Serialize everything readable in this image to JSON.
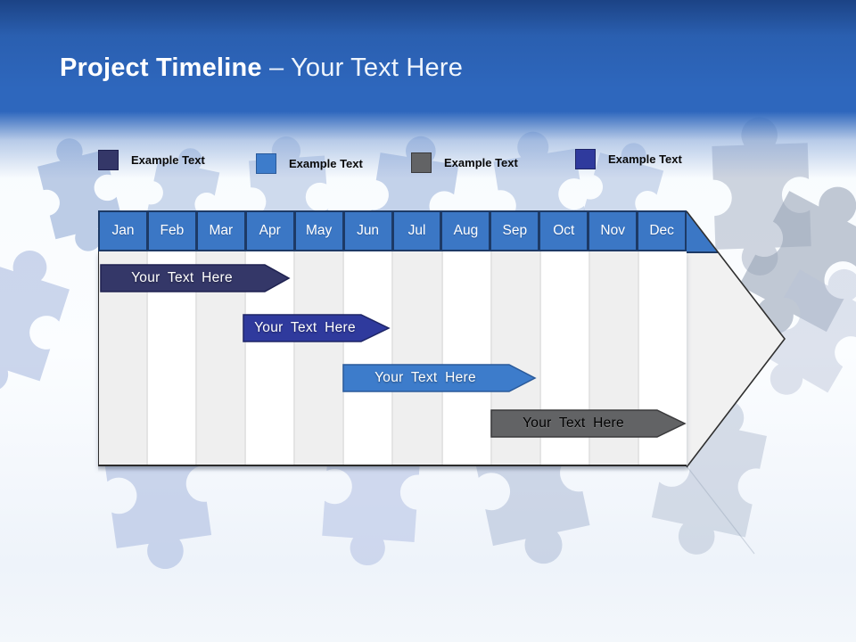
{
  "header": {
    "title_bold": "Project Timeline",
    "title_rest": "– Your Text Here"
  },
  "legend": {
    "items": [
      {
        "label": "Example Text",
        "color": "#343768",
        "border": "#1e2150"
      },
      {
        "label": "Example Text",
        "color": "#3d7ccb",
        "border": "#2a5a9a"
      },
      {
        "label": "Example Text",
        "color": "#626365",
        "border": "#3a3a3c"
      },
      {
        "label": "Example Text",
        "color": "#2f3a9d",
        "border": "#1e2566"
      }
    ]
  },
  "timeline": {
    "months": [
      "Jan",
      "Feb",
      "Mar",
      "Apr",
      "May",
      "Jun",
      "Jul",
      "Aug",
      "Sep",
      "Oct",
      "Nov",
      "Dec"
    ],
    "bars": [
      {
        "label": "Your Text Here",
        "fill": "#343768",
        "border": "#1e2150",
        "text_color": "#ffffff",
        "span": "Jan–Apr"
      },
      {
        "label": "Your Text Here",
        "fill": "#2f3a9d",
        "border": "#1e2566",
        "text_color": "#ffffff",
        "span": "Apr–Jun"
      },
      {
        "label": "Your Text Here",
        "fill": "#3d7ccb",
        "border": "#2a5a9a",
        "text_color": "#ffffff",
        "span": "Jun–Sep"
      },
      {
        "label": "Your Text Here",
        "fill": "#626365",
        "border": "#3a3a3c",
        "text_color": "#000000",
        "span": "Sep–Dec"
      }
    ]
  },
  "colors": {
    "band_top": "#1c4385",
    "band_main": "#2e67bd",
    "month_header_fill": "#3b77c5",
    "table_border": "#1d3a66",
    "stripe_gray": "#efefef",
    "stripe_white": "#ffffff",
    "arrow_head_fill": "#f1f1f1",
    "puzzle_blue": "#9db3da",
    "puzzle_gray": "#a9b2c4"
  }
}
